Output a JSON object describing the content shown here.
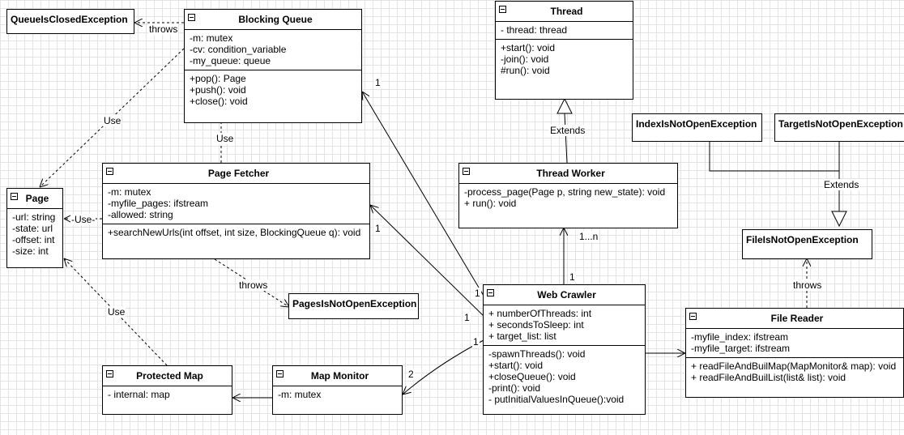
{
  "classes": {
    "queue_closed_exception": {
      "name": "QueueIsClosedException",
      "attributes": [],
      "methods": []
    },
    "blocking_queue": {
      "name": "Blocking Queue",
      "attributes": [
        "-m: mutex",
        "-cv: condition_variable",
        "-my_queue: queue"
      ],
      "methods": [
        "+pop(): Page",
        "+push(): void",
        "+close(): void"
      ]
    },
    "thread": {
      "name": "Thread",
      "attributes": [
        "- thread: thread"
      ],
      "methods": [
        "+start(): void",
        "-join(): void",
        "#run(): void"
      ]
    },
    "index_not_open_exception": {
      "name": "IndexIsNotOpenException",
      "attributes": [],
      "methods": []
    },
    "target_not_open_exception": {
      "name": "TargetIsNotOpenException",
      "attributes": [],
      "methods": []
    },
    "page": {
      "name": "Page",
      "attributes": [
        "-url: string",
        "-state: url",
        "-offset: int",
        "-size: int"
      ],
      "methods": []
    },
    "page_fetcher": {
      "name": "Page Fetcher",
      "attributes": [
        "-m: mutex",
        "-myfile_pages: ifstream",
        "-allowed: string"
      ],
      "methods": [
        "+searchNewUrls(int offset, int size, BlockingQueue q): void"
      ]
    },
    "thread_worker": {
      "name": "Thread Worker",
      "attributes": [],
      "methods": [
        "-process_page(Page p, string new_state): void",
        "+ run(): void"
      ]
    },
    "file_not_open_exception": {
      "name": "FileIsNotOpenException",
      "attributes": [],
      "methods": []
    },
    "pages_not_open_exception": {
      "name": "PagesIsNotOpenException",
      "attributes": [],
      "methods": []
    },
    "web_crawler": {
      "name": "Web Crawler",
      "attributes": [
        "+ numberOfThreads: int",
        "+ secondsToSleep: int",
        "+ target_list: list"
      ],
      "methods": [
        "-spawnThreads(): void",
        "+start(): void",
        "+closeQueue(): void",
        "-print(): void",
        "- putInitialValuesInQueue():void"
      ]
    },
    "file_reader": {
      "name": "File Reader",
      "attributes": [
        "-myfile_index: ifstream",
        "-myfile_target: ifstream"
      ],
      "methods": [
        "+ readFileAndBuilMap(MapMonitor& map): void",
        "+ readFileAndBuilList(list& list): void"
      ]
    },
    "protected_map": {
      "name": "Protected Map",
      "attributes": [
        "- internal: map"
      ],
      "methods": []
    },
    "map_monitor": {
      "name": "Map Monitor",
      "attributes": [
        "-m: mutex"
      ],
      "methods": []
    }
  },
  "labels": {
    "throws_queue": "throws",
    "use_bq_page": "Use",
    "use_pf_bq": "Use",
    "use_pf_page": "-Use-",
    "use_pm_page": "Use",
    "throws_pages": "throws",
    "extends_thread": "Extends",
    "extends_file": "Extends",
    "throws_file": "throws",
    "mult_bq": "1",
    "mult_pf": "1",
    "mult_tw": "1...n",
    "mult_wc_tw": "1",
    "mult_wc_bq": "1",
    "mult_wc_pf": "1",
    "mult_wc_mm": "1",
    "mult_mm": "2"
  },
  "colors": {
    "line": "#000000",
    "grid": "#e3e3e3",
    "box": "#ffffff"
  }
}
